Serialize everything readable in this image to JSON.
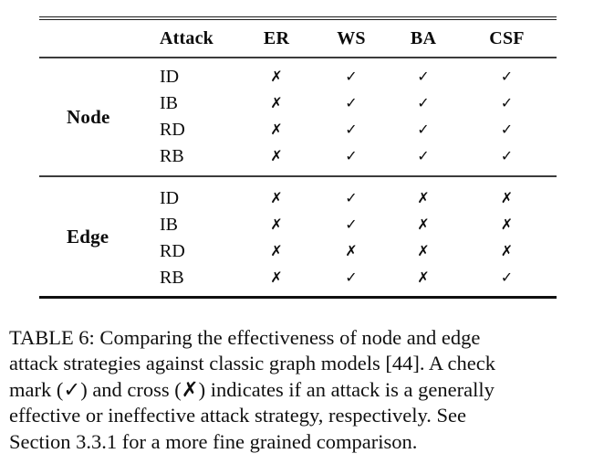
{
  "table": {
    "header": {
      "attack": "Attack",
      "models": [
        "ER",
        "WS",
        "BA",
        "CSF"
      ]
    },
    "sections": [
      {
        "group": "Node",
        "rows": [
          {
            "attack": "ID",
            "marks": [
              "✗",
              "✓",
              "✓",
              "✓"
            ]
          },
          {
            "attack": "IB",
            "marks": [
              "✗",
              "✓",
              "✓",
              "✓"
            ]
          },
          {
            "attack": "RD",
            "marks": [
              "✗",
              "✓",
              "✓",
              "✓"
            ]
          },
          {
            "attack": "RB",
            "marks": [
              "✗",
              "✓",
              "✓",
              "✓"
            ]
          }
        ]
      },
      {
        "group": "Edge",
        "rows": [
          {
            "attack": "ID",
            "marks": [
              "✗",
              "✓",
              "✗",
              "✗"
            ]
          },
          {
            "attack": "IB",
            "marks": [
              "✗",
              "✓",
              "✗",
              "✗"
            ]
          },
          {
            "attack": "RD",
            "marks": [
              "✗",
              "✗",
              "✗",
              "✗"
            ]
          },
          {
            "attack": "RB",
            "marks": [
              "✗",
              "✓",
              "✗",
              "✓"
            ]
          }
        ]
      }
    ]
  },
  "caption": {
    "lines": [
      "TABLE 6: Comparing the effectiveness of node and edge",
      "attack strategies against classic graph models [44]. A check",
      "mark (✓) and cross (✗) indicates if an attack is a generally",
      "effective or ineffective attack strategy, respectively. See",
      "Section 3.3.1 for a more fine grained comparison."
    ]
  },
  "colors": {
    "text": "#0b0b0b",
    "rule_thick": "#101010",
    "rule_thin": "#3c3c3c",
    "background": "#ffffff"
  }
}
